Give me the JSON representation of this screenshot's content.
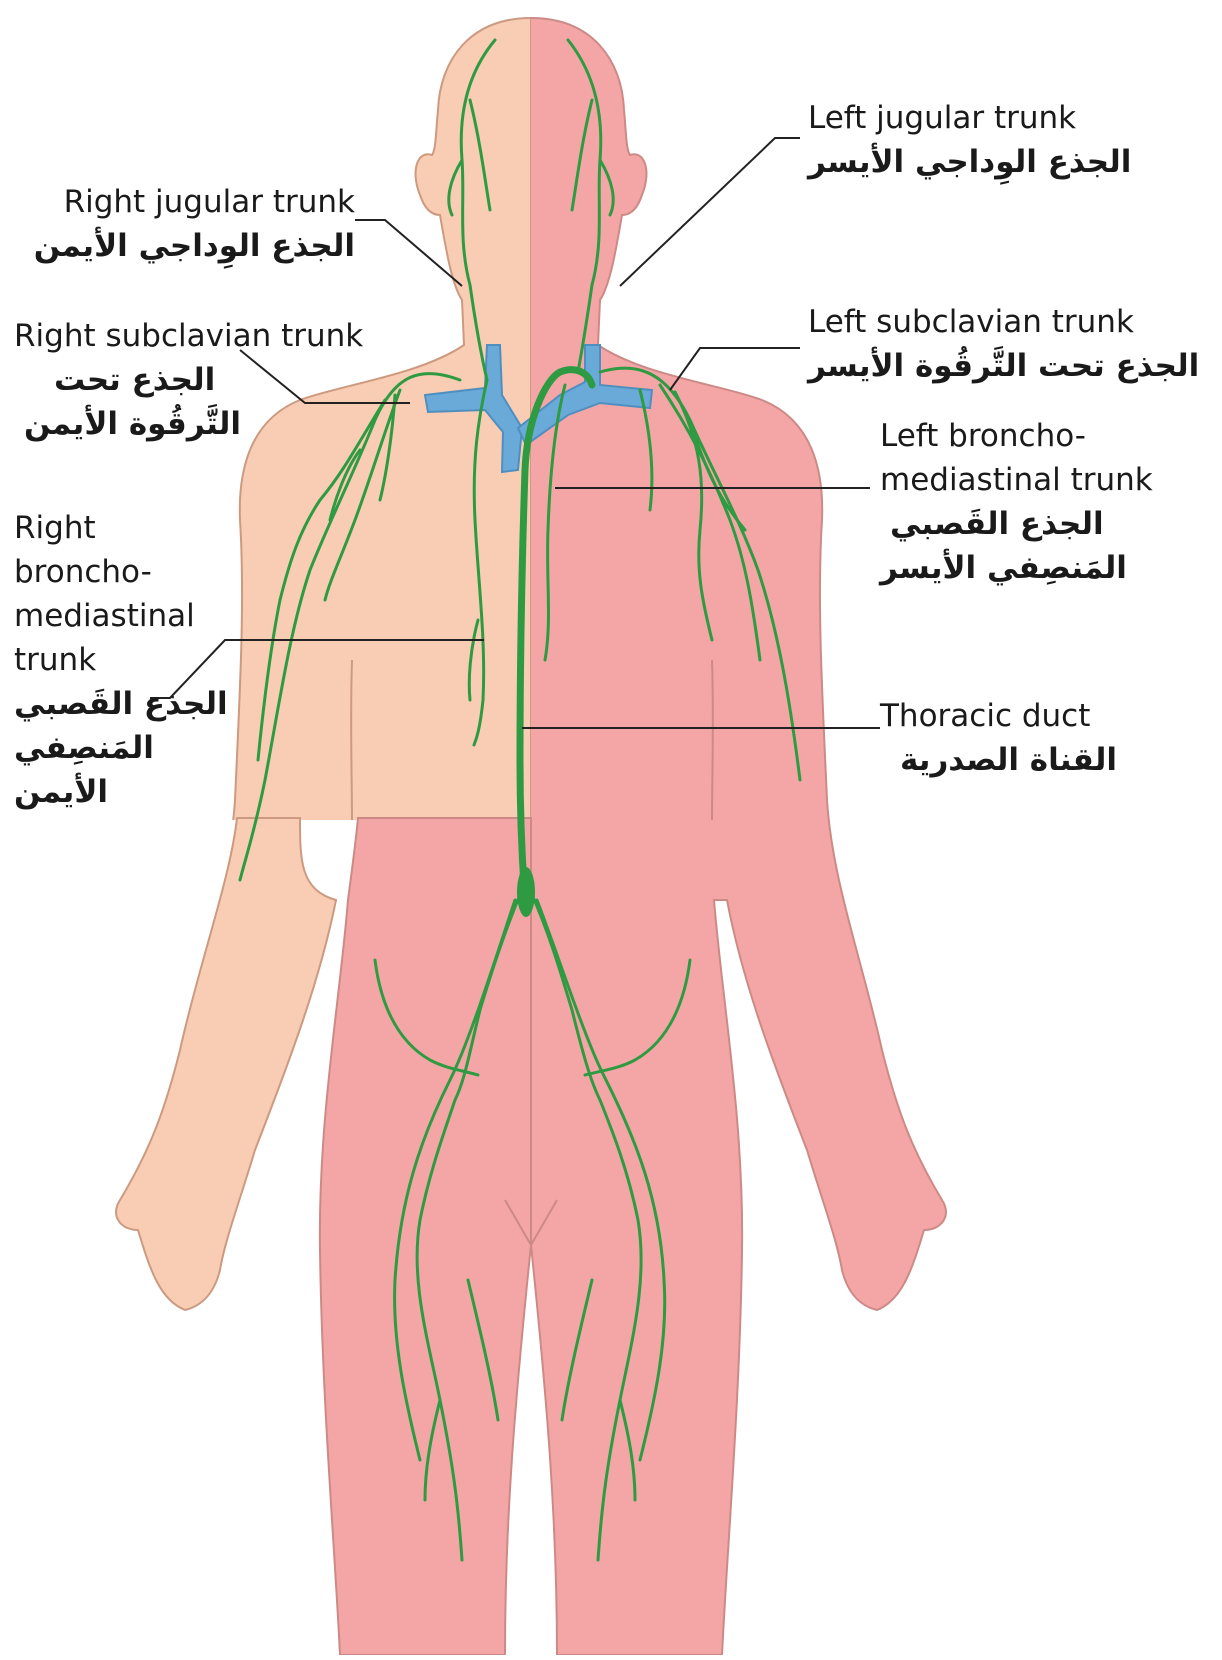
{
  "colors": {
    "background": "#ffffff",
    "skin_light": "#f8cdb4",
    "skin_pink": "#f4a6a6",
    "lymph_green": "#2e9b43",
    "vein_blue": "#6aaad9",
    "leader_line": "#222222"
  },
  "labels": {
    "right_jugular": {
      "en": "Right jugular trunk",
      "ar": "الجذع الوِداجي الأيمن"
    },
    "left_jugular": {
      "en": "Left jugular trunk",
      "ar": "الجذع الوِداجي الأيسر"
    },
    "right_subclavian": {
      "en": "Right subclavian trunk",
      "ar_1": "الجذع تحت",
      "ar_2": "التَّرقُوة الأيمن"
    },
    "left_subclavian": {
      "en": "Left subclavian trunk",
      "ar": "الجذع تحت التَّرقُوة الأيسر"
    },
    "left_bronchomediastinal": {
      "en_1": "Left broncho-",
      "en_2": "mediastinal trunk",
      "ar_1": "الجذع القَصبي",
      "ar_2": "المَنصِفي الأيسر"
    },
    "right_bronchomediastinal": {
      "en_1": "Right",
      "en_2": "broncho-",
      "en_3": "mediastinal",
      "en_4": "trunk",
      "ar_1": "الجذع القَصبي",
      "ar_2": "المَنصِفي",
      "ar_3": "الأيمن"
    },
    "thoracic_duct": {
      "en": "Thoracic duct",
      "ar": "القناة الصدرية"
    }
  }
}
